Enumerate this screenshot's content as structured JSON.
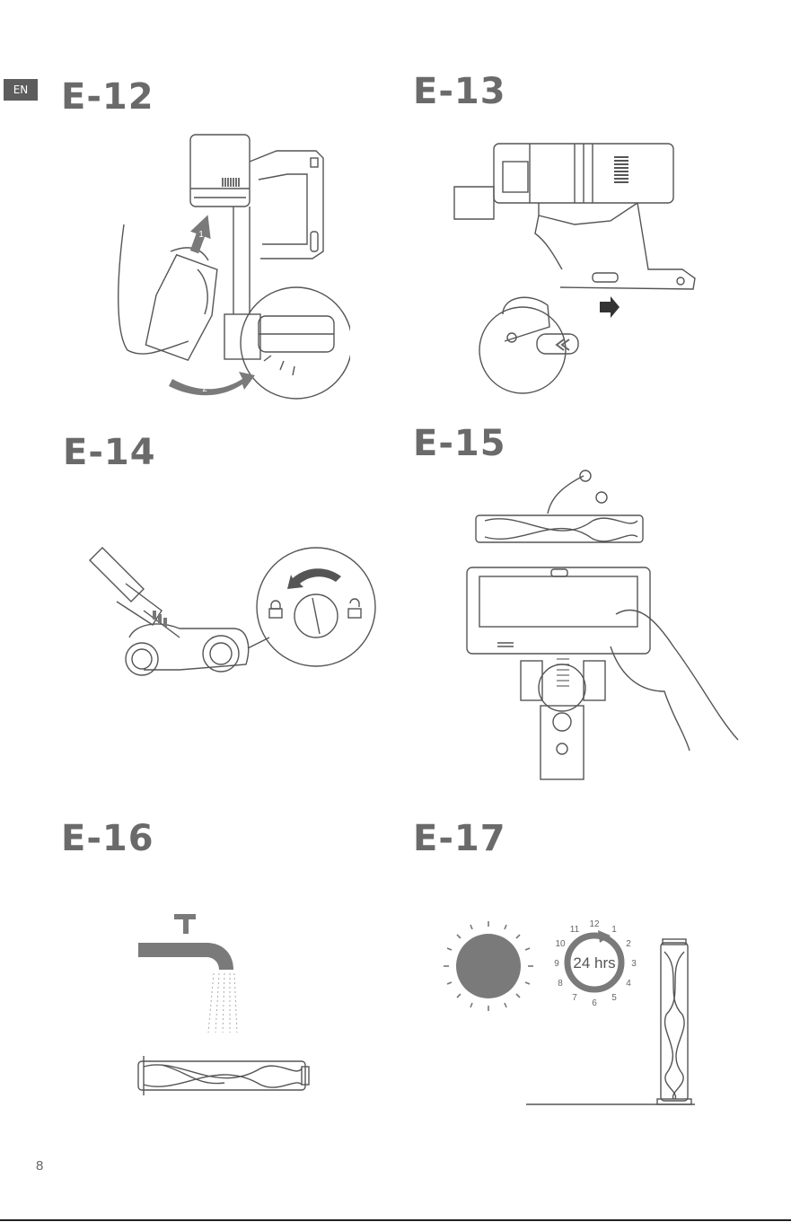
{
  "lang_tab": "EN",
  "page_number": "8",
  "steps": [
    {
      "id": "E-12",
      "labels": [
        "1",
        "2"
      ]
    },
    {
      "id": "E-13"
    },
    {
      "id": "E-14"
    },
    {
      "id": "E-15"
    },
    {
      "id": "E-16"
    },
    {
      "id": "E-17",
      "clock": {
        "center": "24 hrs",
        "numbers": [
          "12",
          "1",
          "2",
          "3",
          "4",
          "5",
          "6",
          "7",
          "8",
          "9",
          "10",
          "11"
        ]
      }
    }
  ],
  "colors": {
    "title": "#6a6a6a",
    "tab": "#5d5d5d",
    "line": "#555555",
    "fill_dark": "#7a7a7a"
  }
}
